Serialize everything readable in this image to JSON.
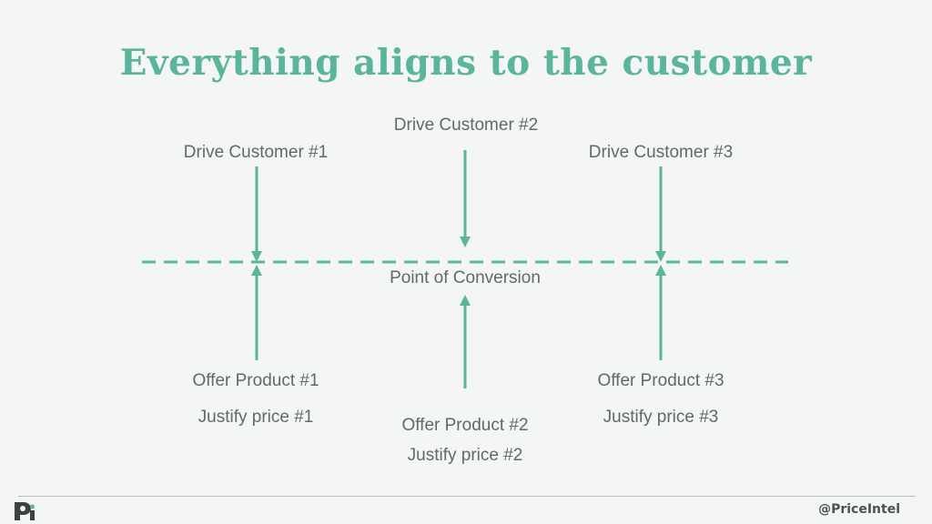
{
  "title": "Everything aligns to the customer",
  "conversion_label": "Point of Conversion",
  "drive": [
    {
      "label": "Drive Customer #1"
    },
    {
      "label": "Drive Customer #2"
    },
    {
      "label": "Drive Customer #3"
    }
  ],
  "offer": [
    {
      "product": "Offer Product #1",
      "price": "Justify price #1"
    },
    {
      "product": "Offer Product #2",
      "price": "Justify price #2"
    },
    {
      "product": "Offer Product #3",
      "price": "Justify price #3"
    }
  ],
  "footer": {
    "handle": "@PriceIntel"
  },
  "colors": {
    "accent": "#5ab59c",
    "text": "#5f6a6a",
    "background": "#f4f6f5"
  }
}
